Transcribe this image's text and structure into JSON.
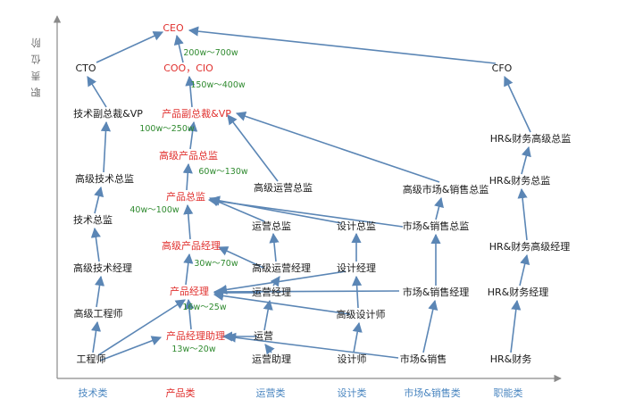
{
  "y_axis_label": "职 责 位 阶",
  "categories": [
    {
      "id": "tech",
      "label": "技术类",
      "highlight": false
    },
    {
      "id": "product",
      "label": "产品类",
      "highlight": true
    },
    {
      "id": "ops",
      "label": "运营类",
      "highlight": false
    },
    {
      "id": "design",
      "label": "设计类",
      "highlight": false
    },
    {
      "id": "market",
      "label": "市场&销售类",
      "highlight": false
    },
    {
      "id": "func",
      "label": "职能类",
      "highlight": false
    }
  ],
  "nodes": {
    "ceo": {
      "label": "CEO",
      "highlight": true
    },
    "cto": {
      "label": "CTO",
      "highlight": false
    },
    "cfo": {
      "label": "CFO",
      "highlight": false
    },
    "coo": {
      "label": "COO，CIO",
      "highlight": true
    },
    "tvp": {
      "label": "技术副总裁&VP",
      "highlight": false
    },
    "pvp": {
      "label": "产品副总裁&VP",
      "highlight": true
    },
    "hrsd": {
      "label": "HR&财务高级总监",
      "highlight": false
    },
    "hrd": {
      "label": "HR&财务总监",
      "highlight": false
    },
    "hrsm": {
      "label": "HR&财务高级经理",
      "highlight": false
    },
    "hrm": {
      "label": "HR&财务经理",
      "highlight": false
    },
    "hr": {
      "label": "HR&财务",
      "highlight": false
    },
    "spd": {
      "label": "高级产品总监",
      "highlight": true
    },
    "std": {
      "label": "高级技术总监",
      "highlight": false
    },
    "sod": {
      "label": "高级运营总监",
      "highlight": false
    },
    "smd": {
      "label": "高级市场&销售总监",
      "highlight": false
    },
    "pd": {
      "label": "产品总监",
      "highlight": true
    },
    "td": {
      "label": "技术总监",
      "highlight": false
    },
    "od": {
      "label": "运营总监",
      "highlight": false
    },
    "dd": {
      "label": "设计总监",
      "highlight": false
    },
    "md": {
      "label": "市场&销售总监",
      "highlight": false
    },
    "spm": {
      "label": "高级产品经理",
      "highlight": true
    },
    "stm": {
      "label": "高级技术经理",
      "highlight": false
    },
    "som": {
      "label": "高级运营经理",
      "highlight": false
    },
    "dm": {
      "label": "设计经理",
      "highlight": false
    },
    "pm": {
      "label": "产品经理",
      "highlight": true
    },
    "om": {
      "label": "运营经理",
      "highlight": false
    },
    "mm": {
      "label": "市场&销售经理",
      "highlight": false
    },
    "se": {
      "label": "高级工程师",
      "highlight": false
    },
    "sdes": {
      "label": "高级设计师",
      "highlight": false
    },
    "apm": {
      "label": "产品经理助理",
      "highlight": true
    },
    "oper": {
      "label": "运营",
      "highlight": false
    },
    "eng": {
      "label": "工程师",
      "highlight": false
    },
    "oa": {
      "label": "运营助理",
      "highlight": false
    },
    "des": {
      "label": "设计师",
      "highlight": false
    },
    "ms": {
      "label": "市场&销售",
      "highlight": false
    }
  },
  "salaries": {
    "s1": "200w～700w",
    "s2": "150w～400w",
    "s3": "100w～250w",
    "s4": "60w～130w",
    "s5": "40w～100w",
    "s6": "30w～70w",
    "s7": "16w～25w",
    "s8": "13w～20w"
  },
  "colors": {
    "arrow": "#5b86b5",
    "axis": "#8a8a8a",
    "highlight_text": "#e0302e",
    "salary_text": "#2f8a2f",
    "category_text": "#4a86c0"
  }
}
